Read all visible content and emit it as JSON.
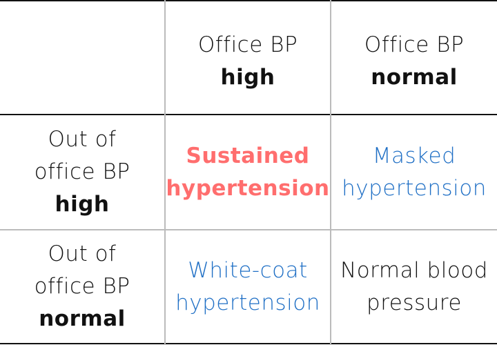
{
  "header": {
    "col1": {
      "line1": "Office BP",
      "line2": "high"
    },
    "col2": {
      "line1": "Office BP",
      "line2": "normal"
    }
  },
  "rows": [
    {
      "label": {
        "line1": "Out of",
        "line2": "office BP",
        "line3": "high"
      },
      "cells": [
        {
          "line1": "Sustained",
          "line2": "hypertension"
        },
        {
          "line1": "Masked",
          "line2": "hypertension"
        }
      ]
    },
    {
      "label": {
        "line1": "Out of",
        "line2": "office BP",
        "line3": "normal"
      },
      "cells": [
        {
          "line1": "White-coat",
          "line2": "hypertension"
        },
        {
          "line1": "Normal blood",
          "line2": "pressure"
        }
      ]
    }
  ],
  "colors": {
    "sustained": "#ff6e6e",
    "masked_whitecoat": "#1f6fc5",
    "grid_vertical": "#bbbbbb"
  }
}
